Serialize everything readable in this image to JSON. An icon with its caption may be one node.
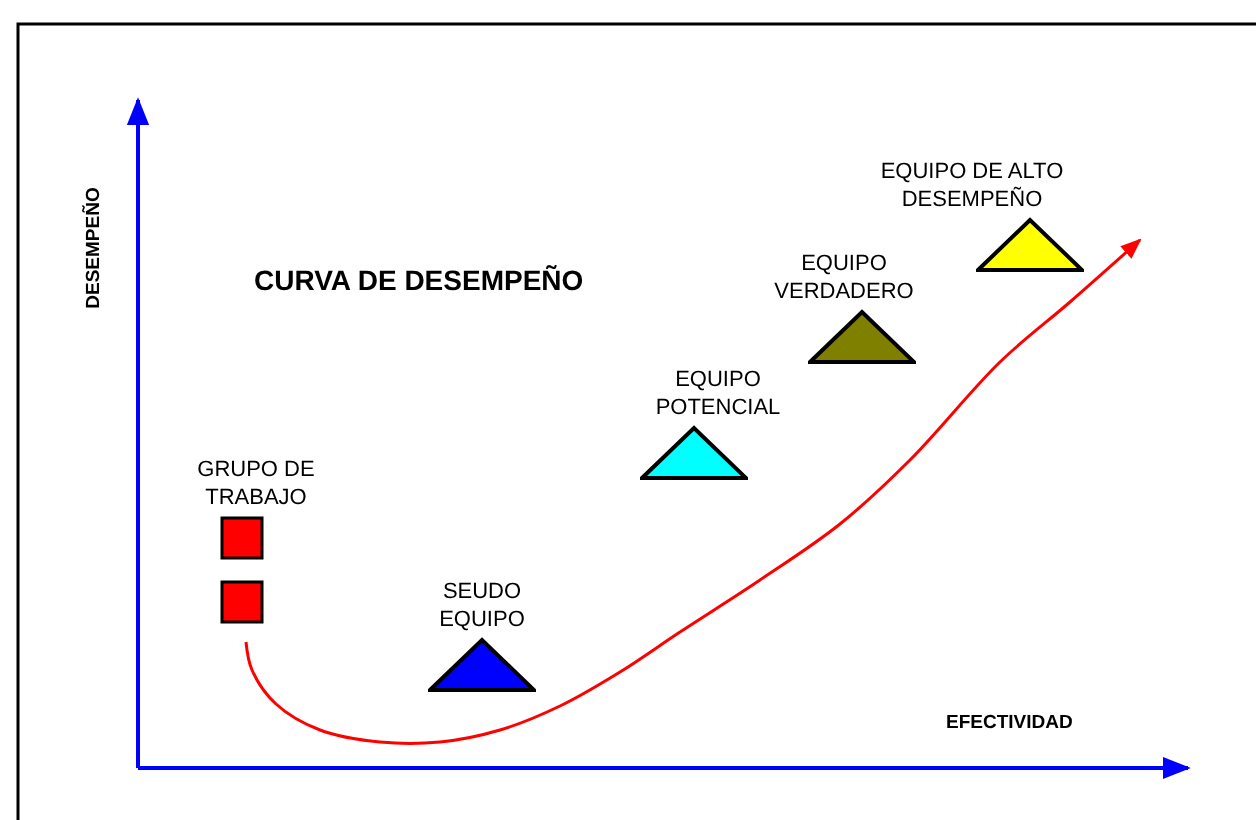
{
  "diagram": {
    "title": "CURVA DE DESEMPEÑO",
    "nodes": [
      {
        "text": [
          "GRUPO DE TRABAJO"
        ]
      },
      {
        "text": [],
        "shape": "box"
      },
      {
        "text": [
          "SEUDO EQUIPO"
        ]
      },
      {
        "text": [
          "EQUIPO POTENCIAL"
        ]
      },
      {
        "text": [
          "EQUIPO VERDADERO"
        ]
      },
      {
        "text": [
          "EQUIPO DE ALTO DESEMPEÑO"
        ]
      }
    ],
    "labels": [
      "DESEMPEÑO",
      "EFECTIVIDAD"
    ]
  }
}
